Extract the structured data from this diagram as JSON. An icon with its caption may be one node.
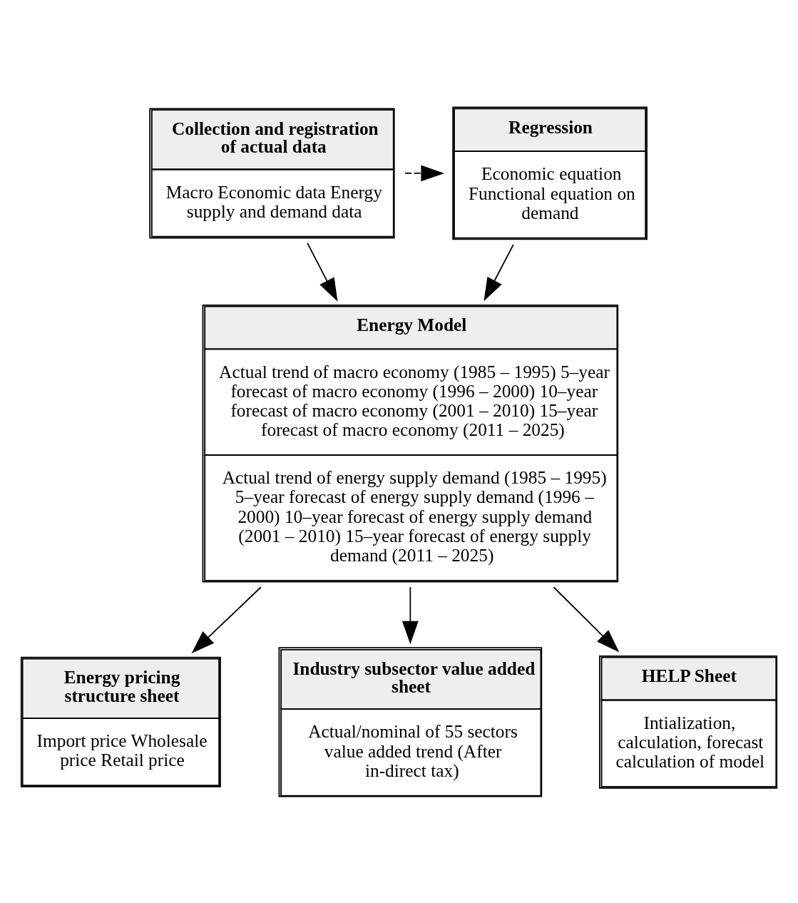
{
  "diagram": {
    "nodes": [
      {
        "text": [
          "Collection and registration of actual data",
          "Macro Economic data Energy supply and demand data"
        ]
      },
      {
        "text": [
          "Regression",
          "Economic equation Functional equation on demand"
        ]
      },
      {
        "text": [
          "Energy Model",
          "Actual trend of macro economy (1985 – 1995) 5–year forecast of macro economy (1996 – 2000) 10–year forecast of macro economy (2001 – 2010) 15–year forecast of macro economy (2011 – 2025)",
          "Actual trend of energy supply demand (1985 – 1995) 5–year forecast of energy supply demand (1996 – 2000) 10–year forecast of energy supply demand (2001 – 2010) 15–year forecast of energy supply demand (2011 – 2025)"
        ]
      },
      {
        "text": [
          "Energy pricing structure sheet",
          "Import price Wholesale price Retail price"
        ]
      },
      {
        "text": [
          "Industry subsector value added sheet",
          "Actual/nominal of 55 sectors value added trend (After in-direct tax)"
        ]
      },
      {
        "text": [
          "HELP Sheet",
          "Intialization, calculation, forecast calculation of model"
        ]
      }
    ],
    "edges": [
      {
        "from": 0,
        "to": 1,
        "arrow": "to",
        "style": "dashed"
      },
      {
        "from": 0,
        "to": 2,
        "arrow": "to"
      },
      {
        "from": 1,
        "to": 2,
        "arrow": "to"
      },
      {
        "from": 2,
        "to": 3,
        "arrow": "to"
      },
      {
        "from": 2,
        "to": 4,
        "arrow": "to"
      },
      {
        "from": 2,
        "to": 5,
        "arrow": "to"
      }
    ]
  }
}
